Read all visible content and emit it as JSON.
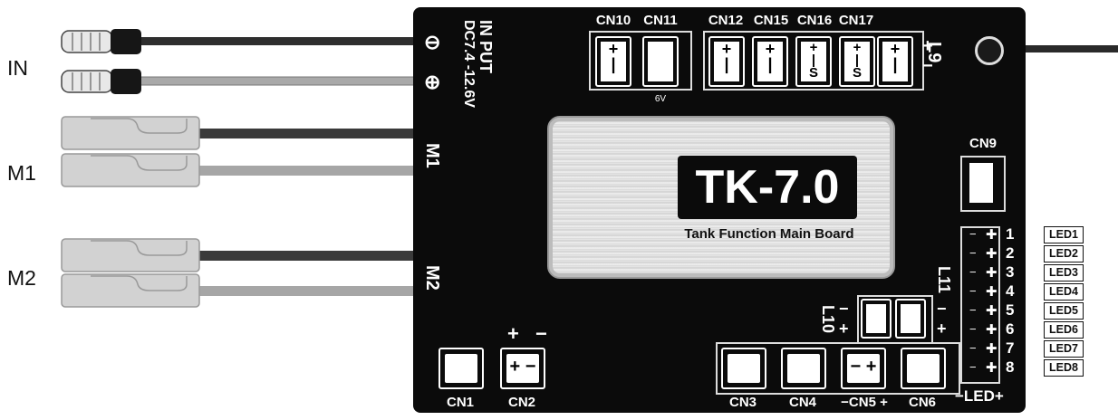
{
  "side_labels": {
    "in": "IN",
    "m1": "M1",
    "m2": "M2"
  },
  "board": {
    "input": {
      "line1": "IN PUT",
      "line2": "DC7.4 -12.6V",
      "minus": "⊖",
      "plus": "⊕"
    },
    "motor_labels": {
      "m1": "M1",
      "m2": "M2"
    },
    "plate": {
      "model": "TK-7.0",
      "subtitle": "Tank Function Main Board"
    },
    "top_connectors": [
      {
        "label": "CN10",
        "pins": "+\n|"
      },
      {
        "label": "CN11",
        "pins": "",
        "note": "6V"
      },
      {
        "label": "CN12",
        "pins": "+\n|"
      },
      {
        "label": "CN15",
        "pins": "+\n|"
      },
      {
        "label": "CN16",
        "pins": "+\n|\nS"
      },
      {
        "label": "CN17",
        "pins": "+\n|\nS"
      },
      {
        "label": "",
        "pins": "+\n|"
      }
    ],
    "l9": {
      "label": "L9",
      "plus": "+",
      "minus": "−"
    },
    "cn9": {
      "label": "CN9"
    },
    "l10": {
      "label": "L10",
      "pol": "− +"
    },
    "l11": {
      "label": "L11",
      "pol": "− +"
    },
    "cn2_polarity": "+ −",
    "bottom_connectors": [
      {
        "label": "CN1",
        "pins": ""
      },
      {
        "label": "CN2",
        "pins": "+ −"
      },
      {
        "label": "CN3",
        "pins": ""
      },
      {
        "label": "CN4",
        "pins": ""
      },
      {
        "label": "−CN5 +",
        "pins": "− +"
      },
      {
        "label": "CN6",
        "pins": ""
      }
    ],
    "led_header": {
      "label": "−LED+",
      "numbers": [
        "1",
        "2",
        "3",
        "4",
        "5",
        "6",
        "7",
        "8"
      ]
    }
  },
  "led_legend": [
    "LED1",
    "LED2",
    "LED3",
    "LED4",
    "LED5",
    "LED6",
    "LED7",
    "LED8"
  ],
  "colors": {
    "board": "#0b0b0b",
    "plate": "#e2e2e2",
    "wire_dark": "#333333",
    "wire_light": "#aaaaaa"
  }
}
